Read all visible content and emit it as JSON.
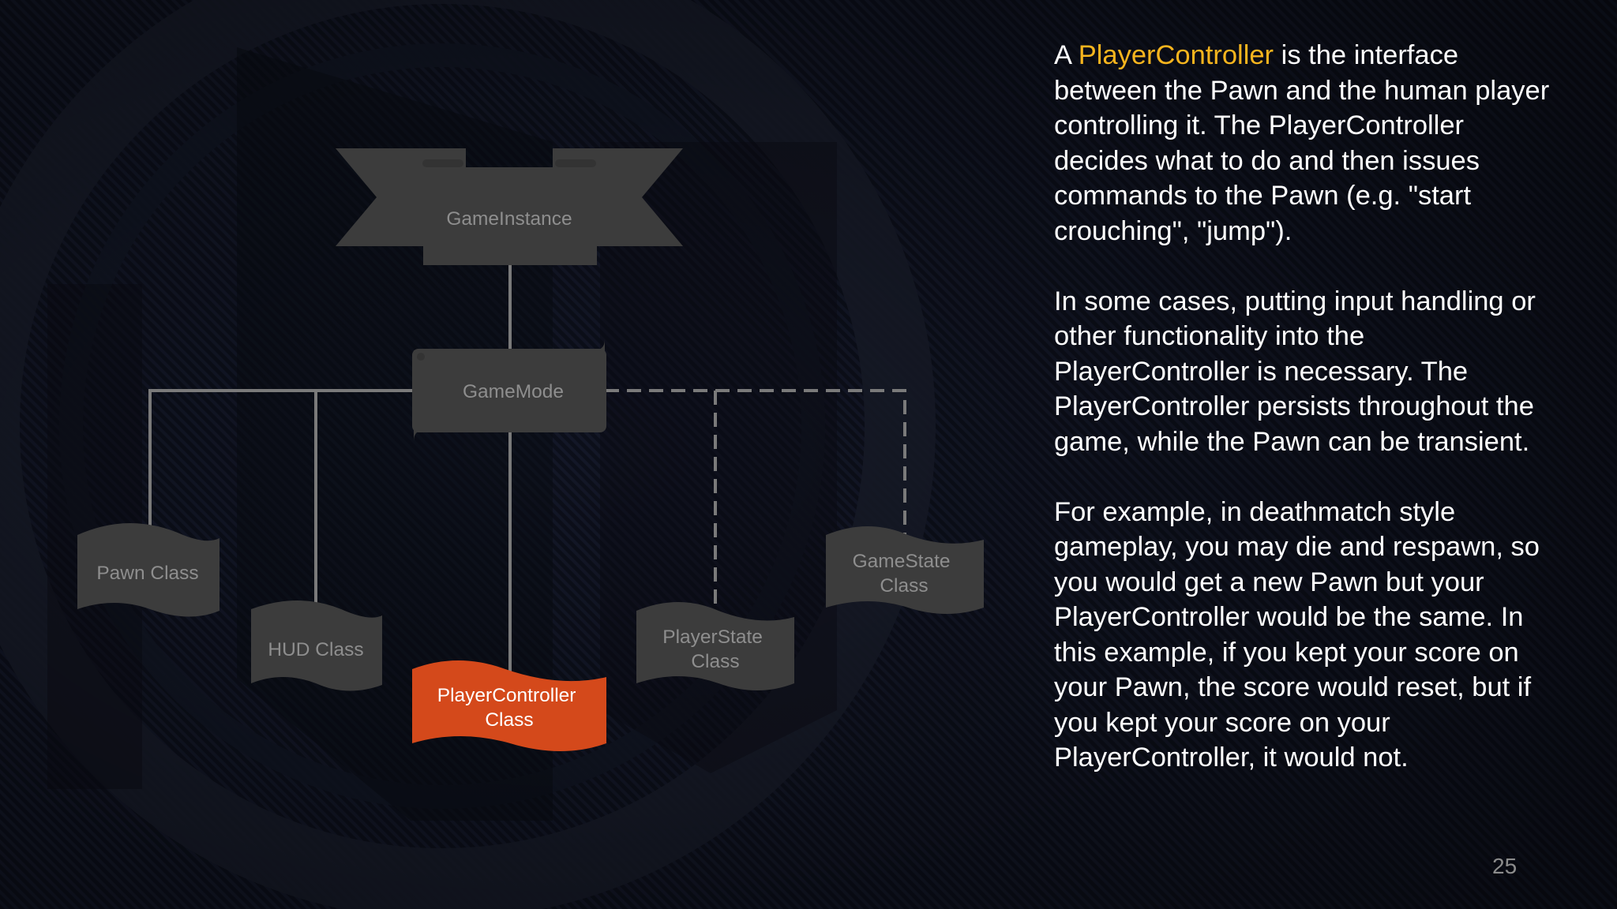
{
  "colors": {
    "background": "#0b0e18",
    "node_fill": "#3c3c3c",
    "node_text": "#8e8e8e",
    "active_fill": "#d4491b",
    "active_text": "#ffffff",
    "connector": "#7a7a7a",
    "highlight": "#f7b51e",
    "body_text": "#ffffff",
    "page_number": "#8c8c8c"
  },
  "diagram": {
    "game_instance": "GameInstance",
    "game_mode": "GameMode",
    "pawn_class": "Pawn Class",
    "hud_class": "HUD Class",
    "player_controller_class": [
      "PlayerController",
      "Class"
    ],
    "player_state_class": [
      "PlayerState",
      "Class"
    ],
    "game_state_class": [
      "GameState",
      "Class"
    ]
  },
  "text": {
    "p1_prefix": "A ",
    "p1_highlight": "PlayerController",
    "p1_rest": " is the interface between the Pawn and the human player controlling it. The PlayerController decides what to do and then issues commands to the Pawn (e.g. \"start crouching\", \"jump\").",
    "p2": "In some cases, putting input handling or other functionality into the PlayerController is necessary. The PlayerController persists throughout the game, while the Pawn can be transient.",
    "p3": "For example, in deathmatch style gameplay, you may die and respawn, so you would get a new Pawn but your PlayerController would be the same. In this example, if you kept your score on your Pawn, the score would reset, but if you kept your score on your PlayerController, it would not."
  },
  "page_number": "25"
}
